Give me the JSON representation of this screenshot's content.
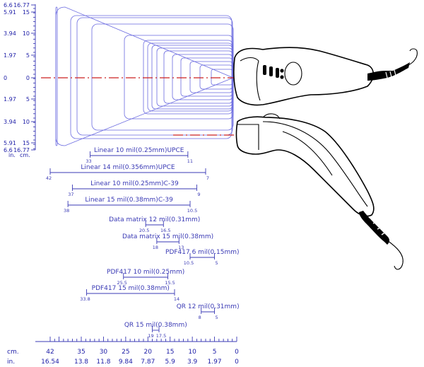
{
  "left_axis": {
    "header_in": "in.",
    "header_cm": "cm.",
    "rows": [
      {
        "in": "6.6",
        "cm": "16.77"
      },
      {
        "in": "5.91",
        "cm": "15"
      },
      {
        "in": "3.94",
        "cm": "10"
      },
      {
        "in": "1.97",
        "cm": "5"
      },
      {
        "in": "0",
        "cm": "0"
      },
      {
        "in": "1.97",
        "cm": "5"
      },
      {
        "in": "3.94",
        "cm": "10"
      },
      {
        "in": "5.91",
        "cm": "15"
      },
      {
        "in": "6.6",
        "cm": "16.77"
      }
    ]
  },
  "bottom_axis": {
    "label_cm": "cm.",
    "label_in": "in.",
    "cm_ticks": [
      "42",
      "35",
      "30",
      "25",
      "20",
      "15",
      "10",
      "5",
      "0"
    ],
    "in_ticks": [
      "16.54",
      "13.8",
      "11.8",
      "9.84",
      "7.87",
      "5.9",
      "3.9",
      "1.97",
      "0"
    ]
  },
  "ranges": [
    {
      "label": "Linear 10 mil(0.25mm)UPCE",
      "far": "33",
      "near": "11"
    },
    {
      "label": "Linear 14 mil(0.356mm)UPCE",
      "far": "42",
      "near": "7"
    },
    {
      "label": "Linear 10 mil(0.25mm)C-39",
      "far": "37",
      "near": "9"
    },
    {
      "label": "Linear 15 mil(0.38mm)C-39",
      "far": "38",
      "near": "10.5"
    },
    {
      "label": "Data matrix 12 mil(0.31mm)",
      "far": "20.5",
      "near": "16.5"
    },
    {
      "label": "Data matrix 15 mil(0.38mm)",
      "far": "18",
      "near": "13"
    },
    {
      "label": "PDF417 6 mil(0.15mm)",
      "far": "10.5",
      "near": "5"
    },
    {
      "label": "PDF417 10 mil(0.25mm)",
      "far": "25.5",
      "near": "15.5"
    },
    {
      "label": "PDF417 15 mil(0.38mm)",
      "far": "33.8",
      "near": "14"
    },
    {
      "label": "QR 12 mil(0.31mm)",
      "far": "8",
      "near": "5"
    },
    {
      "label": "QR 15 mil(0.38mm)",
      "far": "19",
      "near": "17.5"
    }
  ]
}
